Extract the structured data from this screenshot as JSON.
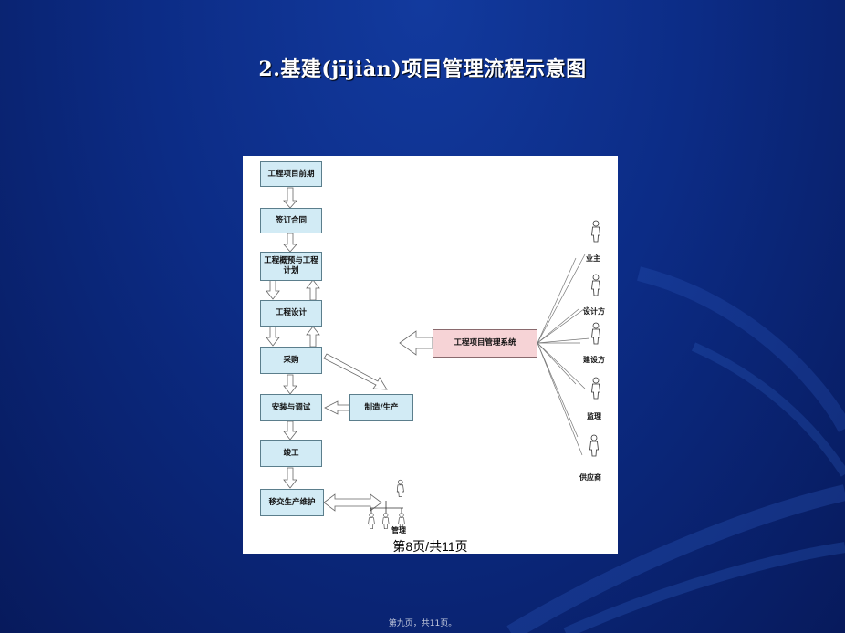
{
  "slide": {
    "title": "2.基建(jījiàn)项目管理流程示意图",
    "page_label": "第8页/共11页",
    "footer": "第九页，共11页。"
  },
  "diagram": {
    "steps": [
      {
        "id": "s1",
        "label": "工程项目前期"
      },
      {
        "id": "s2",
        "label": "签订合同"
      },
      {
        "id": "s3",
        "label": "工程概预与工程计划"
      },
      {
        "id": "s4",
        "label": "工程设计"
      },
      {
        "id": "s5",
        "label": "采购"
      },
      {
        "id": "s6",
        "label": "安装与调试"
      },
      {
        "id": "s7",
        "label": "竣工"
      },
      {
        "id": "s8",
        "label": "移交生产维护"
      }
    ],
    "side_box": {
      "label": "制造/生产"
    },
    "system_box": {
      "label": "工程项目管理系统"
    },
    "roles": [
      "业主",
      "设计方",
      "建设方",
      "监理",
      "供应商"
    ],
    "management_label": "管理"
  },
  "colors": {
    "background": "#0c2c86",
    "box_fill": "#d2ebf5",
    "system_fill": "#f6d3d6"
  }
}
